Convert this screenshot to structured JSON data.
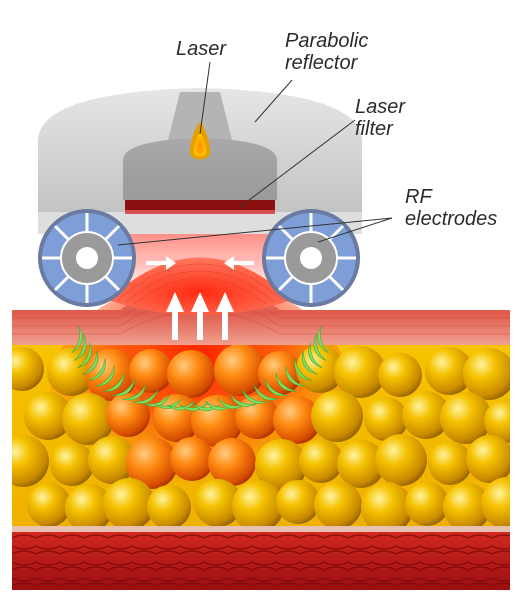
{
  "labels": {
    "laser": "Laser",
    "parabolic_line1": "Parabolic",
    "parabolic_line2": "reflector",
    "filter_line1": "Laser",
    "filter_line2": "filter",
    "rf_line1": "RF",
    "rf_line2": "electrodes"
  },
  "icons": {
    "arrows_up": "up-arrow-icon",
    "arrows_in": "inward-arrow-icon"
  },
  "colors": {
    "housing": "#c8c8c8",
    "filter": "#8a1010",
    "electrode_blue": "#7e9ed8",
    "fat": "#e8a400",
    "muscle": "#b81818",
    "heat": "#ff3a10",
    "rf_wave": "#7ee060"
  }
}
